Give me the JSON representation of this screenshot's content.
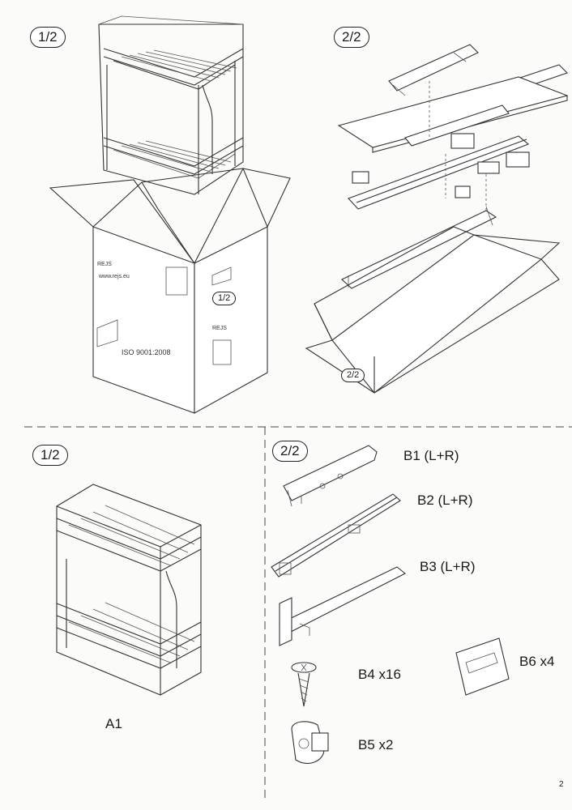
{
  "top": {
    "step_left": "1/2",
    "step_right": "2/2",
    "box_left_label": "1/2",
    "box_right_label": "2/2",
    "box_print": {
      "brand": "REJS",
      "website": "www.rejs.eu",
      "iso": "ISO 9001:2008"
    }
  },
  "bottom": {
    "step_left": "1/2",
    "step_right": "2/2",
    "product_label": "A1",
    "parts": [
      {
        "id": "B1",
        "text": "B1 (L+R)"
      },
      {
        "id": "B2",
        "text": "B2 (L+R)"
      },
      {
        "id": "B3",
        "text": "B3 (L+R)"
      },
      {
        "id": "B4",
        "text": "B4  x16"
      },
      {
        "id": "B5",
        "text": "B5  x2"
      },
      {
        "id": "B6",
        "text": "B6  x4"
      }
    ]
  },
  "page_number": "2"
}
